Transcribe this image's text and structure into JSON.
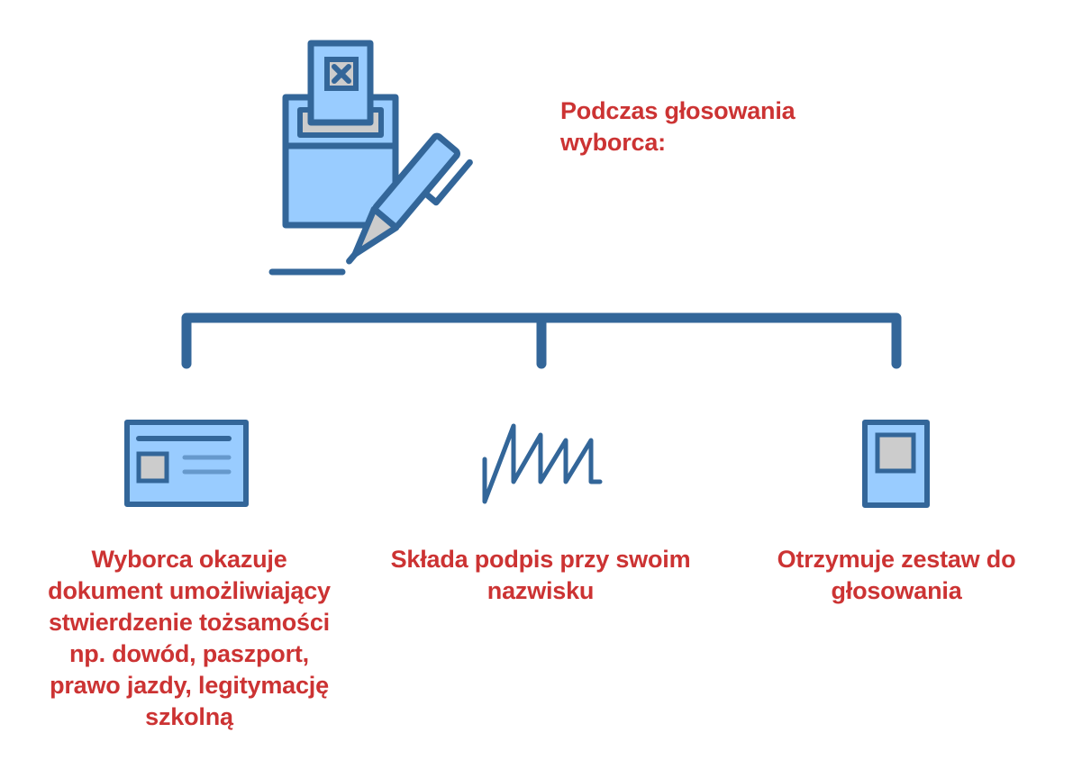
{
  "header": {
    "title": "Podczas głosowania\nwyborca:"
  },
  "steps": [
    {
      "label": "Wyborca okazuje\ndokument umożliwiający\nstwierdzenie tożsamości\nnp. dowód, paszport,\nprawo jazdy, legitymację\nszkolną",
      "icon": "id-card-icon"
    },
    {
      "label": "Składa podpis przy swoim\nnazwisku",
      "icon": "signature-icon"
    },
    {
      "label": "Otrzymuje zestaw do\ngłosowania",
      "icon": "ballot-card-icon"
    }
  ],
  "colors": {
    "stroke": "#336699",
    "fill": "#99ccff",
    "gray": "#cccccc",
    "text": "#cc3333"
  }
}
